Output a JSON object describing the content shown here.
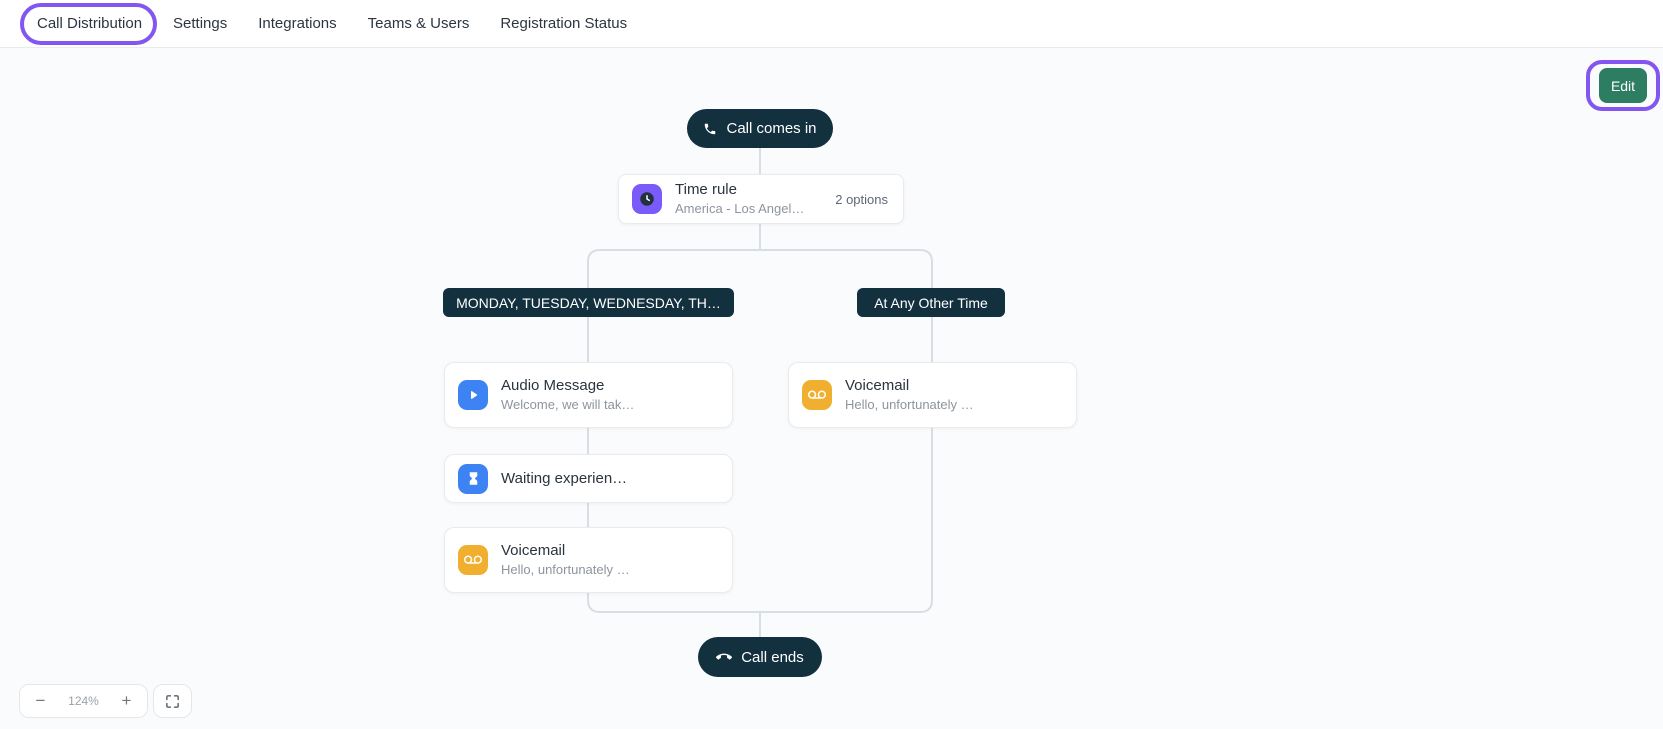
{
  "colors": {
    "accent_purple": "#8456F0",
    "navy": "#13303F",
    "green": "#2D7D62",
    "blue": "#3E83F4",
    "amber": "#F0AF2E",
    "purple_icon": "#7A5AF8",
    "connector": "#D9DEE4"
  },
  "nav": {
    "tabs": [
      {
        "label": "Call Distribution",
        "active": true
      },
      {
        "label": "Settings",
        "active": false
      },
      {
        "label": "Integrations",
        "active": false
      },
      {
        "label": "Teams & Users",
        "active": false
      },
      {
        "label": "Registration Status",
        "active": false
      }
    ]
  },
  "toolbar": {
    "edit_label": "Edit"
  },
  "flow": {
    "start": {
      "label": "Call comes in",
      "icon": "phone-icon"
    },
    "time_rule": {
      "title": "Time rule",
      "subtitle": "America - Los Angel…",
      "meta": "2 options",
      "icon": "clock-icon"
    },
    "branch_left_label": "MONDAY, TUESDAY, WEDNESDAY, TH…",
    "branch_right_label": "At Any Other Time",
    "audio_message": {
      "title": "Audio Message",
      "subtitle": "Welcome, we will tak…",
      "icon": "play-icon"
    },
    "waiting": {
      "title": "Waiting experien…",
      "icon": "hourglass-icon"
    },
    "voicemail_left": {
      "title": "Voicemail",
      "subtitle": "Hello, unfortunately …",
      "icon": "voicemail-icon"
    },
    "voicemail_right": {
      "title": "Voicemail",
      "subtitle": "Hello, unfortunately …",
      "icon": "voicemail-icon"
    },
    "end": {
      "label": "Call ends",
      "icon": "call-end-icon"
    }
  },
  "zoom_controls": {
    "zoom_out": "−",
    "zoom_level": "124%",
    "zoom_in": "+",
    "fit_icon": "fit-view-icon"
  }
}
